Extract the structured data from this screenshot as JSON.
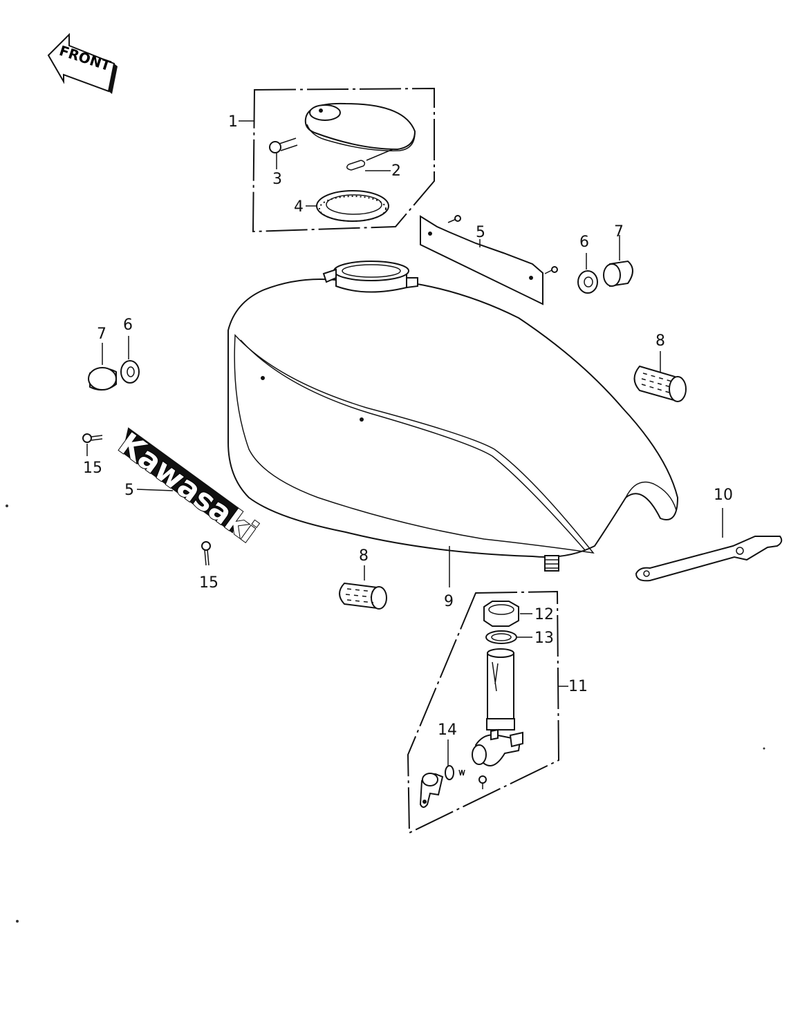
{
  "front_arrow": {
    "label": "FRONT"
  },
  "logo": {
    "text": "Kawasaki"
  },
  "callouts": {
    "c1": "1",
    "c2": "2",
    "c3": "3",
    "c4": "4",
    "c5a": "5",
    "c5b": "5",
    "c6a": "6",
    "c6b": "6",
    "c7a": "7",
    "c7b": "7",
    "c8a": "8",
    "c8b": "8",
    "c9": "9",
    "c10": "10",
    "c11": "11",
    "c12": "12",
    "c13": "13",
    "c14": "14",
    "c15a": "15",
    "c15b": "15"
  }
}
